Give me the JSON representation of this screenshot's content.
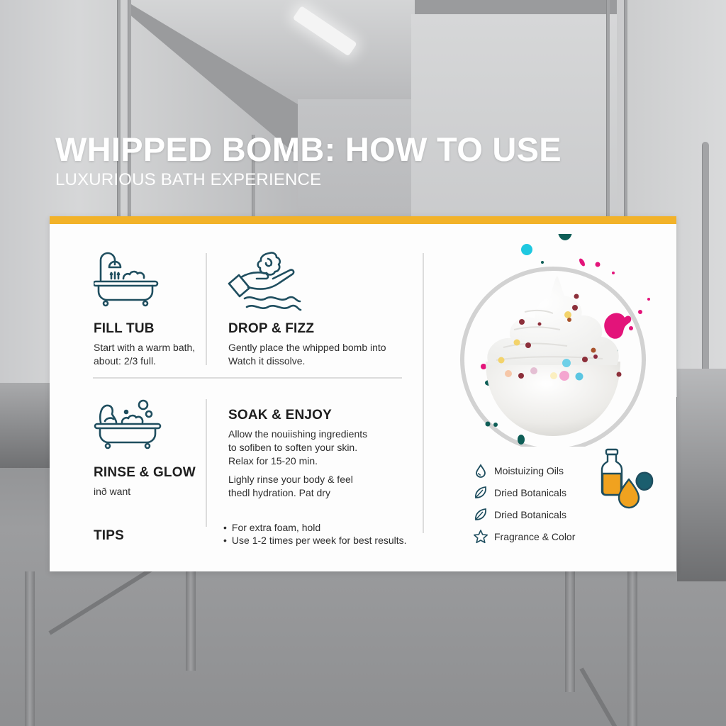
{
  "header": {
    "title": "WHIPPED BOMB: HOW TO USE",
    "subtitle": "LUXURIOUS BATH EXPERIENCE"
  },
  "colors": {
    "accent_bar": "#f2b229",
    "icon_stroke": "#1f4e5f",
    "splash_magenta": "#e3147a",
    "splash_teal": "#0e5e57",
    "splash_cyan": "#1ec8e0",
    "oil_amber": "#f0a21f",
    "card_bg": "#fdfdfd"
  },
  "steps": [
    {
      "icon": "bathtub-shower-icon",
      "title": "FILL TUB",
      "lines": [
        "Start with a warm bath,",
        "about: 2/3 full."
      ]
    },
    {
      "icon": "hand-bomb-water-icon",
      "title": "DROP & FIZZ",
      "lines": [
        "Gently place the whipped bomb into",
        "Watch it dissolve."
      ]
    },
    {
      "icon": "person-bathtub-bubbles-icon",
      "title": "RINSE & GLOW",
      "lines": [
        "inð want"
      ]
    },
    {
      "icon": "",
      "title": "SOAK & ENJOY",
      "lines": [
        "Allow the nouiishing ingredients",
        "to sofiben to soften your skin.",
        "Relax for 15-20 min."
      ],
      "extra_lines": [
        "Lighly rinse your body & feel",
        "thedl hydration. Pat dry"
      ]
    }
  ],
  "tips": {
    "title": "TIPS",
    "items": [
      "For extra foam, hold",
      "Use 1-2 times per week for best results."
    ]
  },
  "product": {
    "image_alt": "whipped bath bomb with sprinkles and dried botanicals",
    "ingredients": [
      {
        "icon": "droplet-icon",
        "label": "Moistuizing Oils"
      },
      {
        "icon": "leaf-icon",
        "label": "Dried Botanicals"
      },
      {
        "icon": "leaf-icon",
        "label": "Dried Botanicals"
      },
      {
        "icon": "star-icon",
        "label": "Fragrance & Color"
      }
    ],
    "oil_icon": "oil-bottle-drops-icon"
  }
}
